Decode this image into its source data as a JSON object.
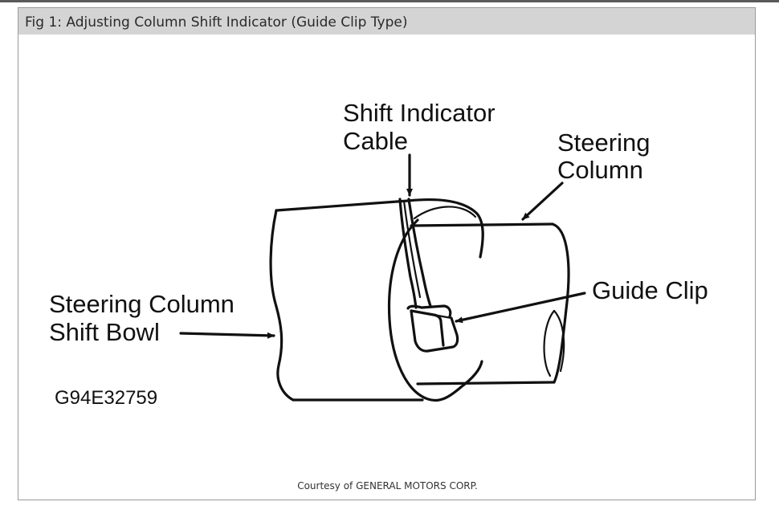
{
  "figure": {
    "caption": "Fig 1: Adjusting Column Shift Indicator (Guide Clip Type)",
    "credit": "Courtesy of GENERAL MOTORS CORP.",
    "code": "G94E32759",
    "labels": {
      "shift_indicator_cable": [
        "Shift Indicator",
        "Cable"
      ],
      "steering_column": [
        "Steering",
        "Column"
      ],
      "guide_clip": "Guide Clip",
      "shift_bowl": [
        "Steering Column",
        "Shift Bowl"
      ]
    }
  },
  "colors": {
    "caption_bar": "#d4d4d4",
    "ink": "#111111",
    "frame_border": "#9a9a9a"
  }
}
